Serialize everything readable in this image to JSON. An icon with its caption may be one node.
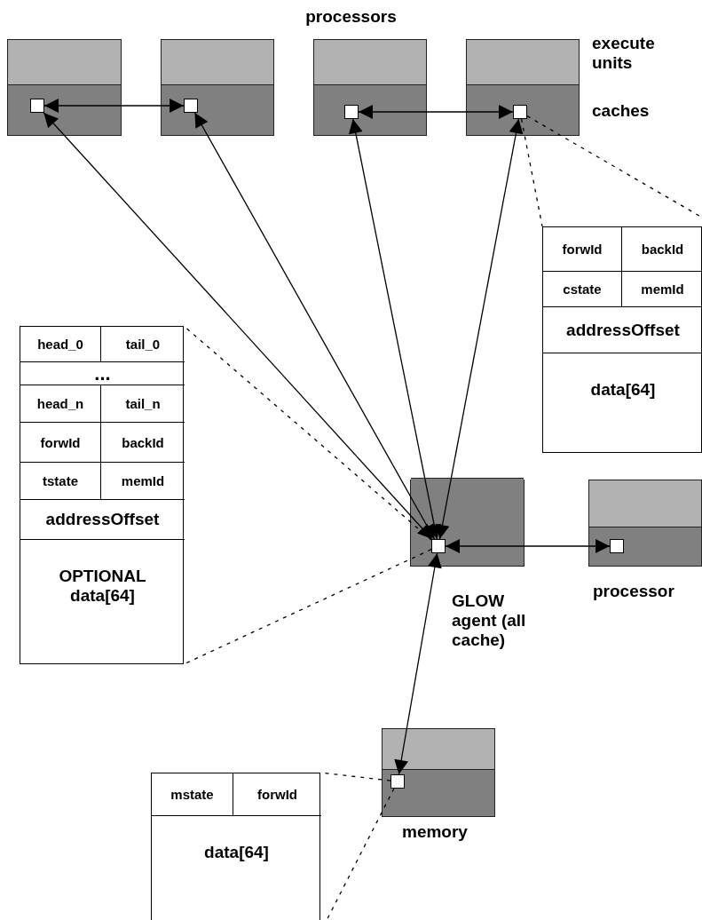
{
  "diagram": {
    "nodes": [
      {
        "text": [],
        "shape": "box"
      },
      {
        "text": [],
        "shape": "box",
        "in": 0
      },
      {
        "text": [],
        "shape": "box"
      },
      {
        "text": [],
        "shape": "box",
        "in": 2
      },
      {
        "text": [],
        "shape": "box"
      },
      {
        "text": [],
        "shape": "box",
        "in": 4
      },
      {
        "text": [],
        "shape": "box"
      },
      {
        "text": [],
        "shape": "box",
        "in": 6
      },
      {
        "text": [
          "forwId",
          "backId",
          "cstate",
          "memId",
          "addressOffset",
          "data[64]"
        ]
      },
      {
        "text": [
          "head_0",
          "tail_0",
          "...",
          "head_n",
          "tail_n",
          "forwId",
          "backId",
          "tstate",
          "memId",
          "addressOffset",
          "OPTIONAL data[64]"
        ]
      },
      {
        "text": [],
        "shape": "box",
        "beside": [
          "GLOW agent (all cache)"
        ]
      },
      {
        "text": [],
        "shape": "box",
        "in": 10
      },
      {
        "text": [],
        "shape": "box",
        "beside": [
          "processor"
        ]
      },
      {
        "text": [],
        "shape": "box",
        "in": 12
      },
      {
        "text": [],
        "shape": "box",
        "beside": [
          "memory"
        ]
      },
      {
        "text": [],
        "shape": "box",
        "in": 14
      },
      {
        "text": [
          "mstate",
          "forwId",
          "data[64]"
        ]
      }
    ],
    "edges": [
      {
        "from": 1,
        "to": 3,
        "arrow": "both"
      },
      {
        "from": 5,
        "to": 7,
        "arrow": "both"
      },
      {
        "from": 11,
        "to": 1,
        "arrow": "both"
      },
      {
        "from": 11,
        "to": 3,
        "arrow": "both"
      },
      {
        "from": 11,
        "to": 5,
        "arrow": "both"
      },
      {
        "from": 11,
        "to": 7,
        "arrow": "both"
      },
      {
        "from": 11,
        "to": 13,
        "arrow": "both"
      },
      {
        "from": 11,
        "to": 15,
        "arrow": "both"
      },
      {
        "from": 7,
        "to": 8,
        "arrow": "none",
        "style": "dashed"
      },
      {
        "from": 7,
        "to": 8,
        "arrow": "none",
        "style": "dashed"
      },
      {
        "from": 11,
        "to": 9,
        "arrow": "none",
        "style": "dashed"
      },
      {
        "from": 11,
        "to": 9,
        "arrow": "none",
        "style": "dashed"
      },
      {
        "from": 15,
        "to": 16,
        "arrow": "none",
        "style": "dashed"
      },
      {
        "from": 15,
        "to": 16,
        "arrow": "none",
        "style": "dashed"
      }
    ],
    "labels": [
      "processors",
      "execute units",
      "caches"
    ]
  }
}
